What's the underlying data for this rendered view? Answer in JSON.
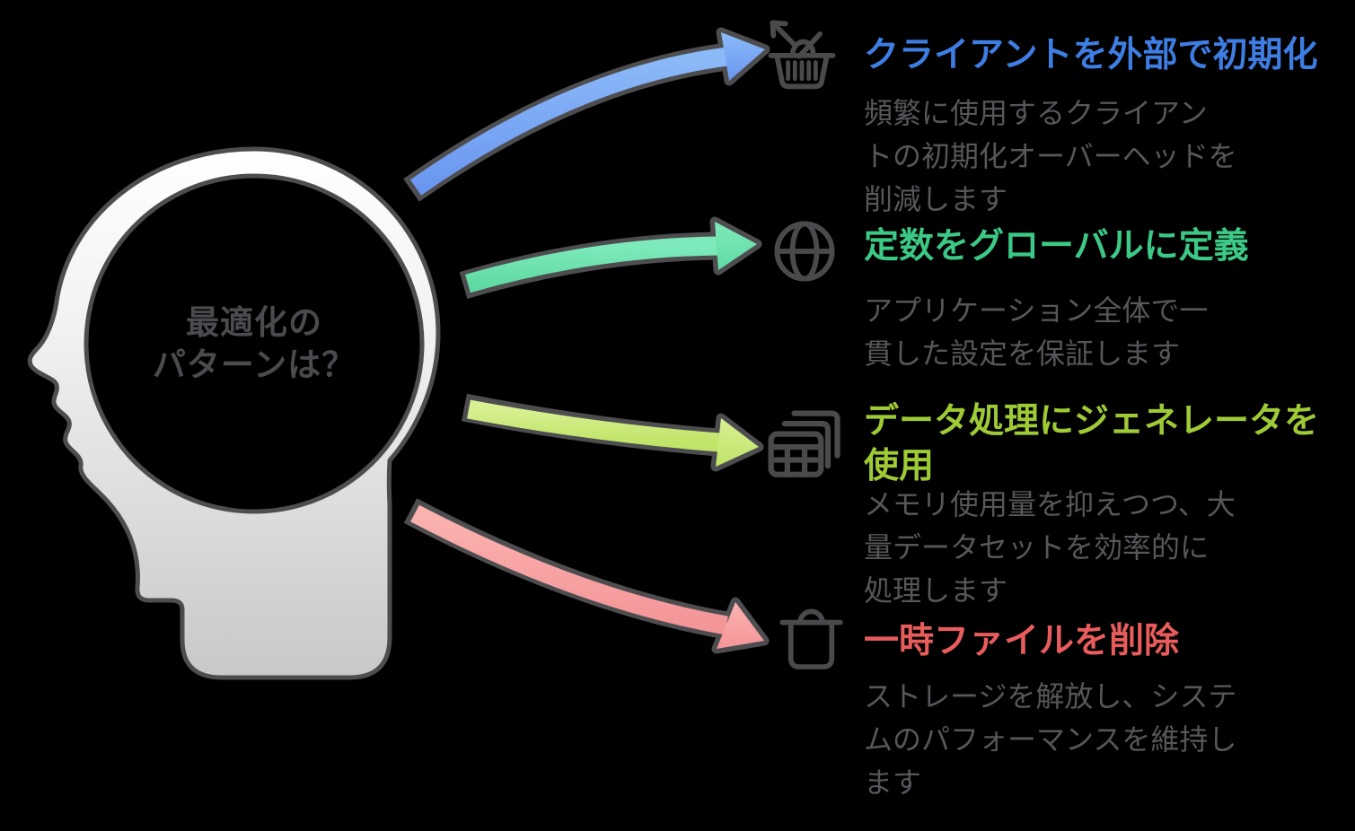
{
  "background_color": "#000000",
  "head": {
    "question": [
      "最適化の",
      "パターンは？"
    ],
    "text_color": "#4b4b4f",
    "fill_top": "#ffffff",
    "fill_bottom": "#c8c8c8",
    "outline_color": "#4d4d50"
  },
  "icon_color": "#4a4a4d",
  "body_text_color": "#57575b",
  "sections": [
    {
      "icon": "basket-arrow-icon",
      "arrow_color": "#74a5f3",
      "title": "クライアントを外部で初期化",
      "title_color": "#3e7de2",
      "body": [
        "頻繁に使用するクライアン",
        "トの初期化オーバーヘッドを",
        "削減します"
      ]
    },
    {
      "icon": "globe-icon",
      "arrow_color": "#6fe4b0",
      "title": "定数をグローバルに定義",
      "title_color": "#3cc985",
      "body": [
        "アプリケーション全体で一",
        "貫した設定を保証します"
      ]
    },
    {
      "icon": "stacked-tables-icon",
      "arrow_color": "#cdea7d",
      "title": [
        "データ処理にジェネレータを",
        "使用"
      ],
      "title_color": "#9ecb35",
      "body": [
        "メモリ使用量を抑えつつ、大",
        "量データセットを効率的に",
        "処理します"
      ]
    },
    {
      "icon": "trash-icon",
      "arrow_color": "#f8a3a3",
      "title": "一時ファイルを削除",
      "title_color": "#e85c5c",
      "body": [
        "ストレージを解放し、システ",
        "ムのパフォーマンスを維持し",
        "ます"
      ]
    }
  ]
}
